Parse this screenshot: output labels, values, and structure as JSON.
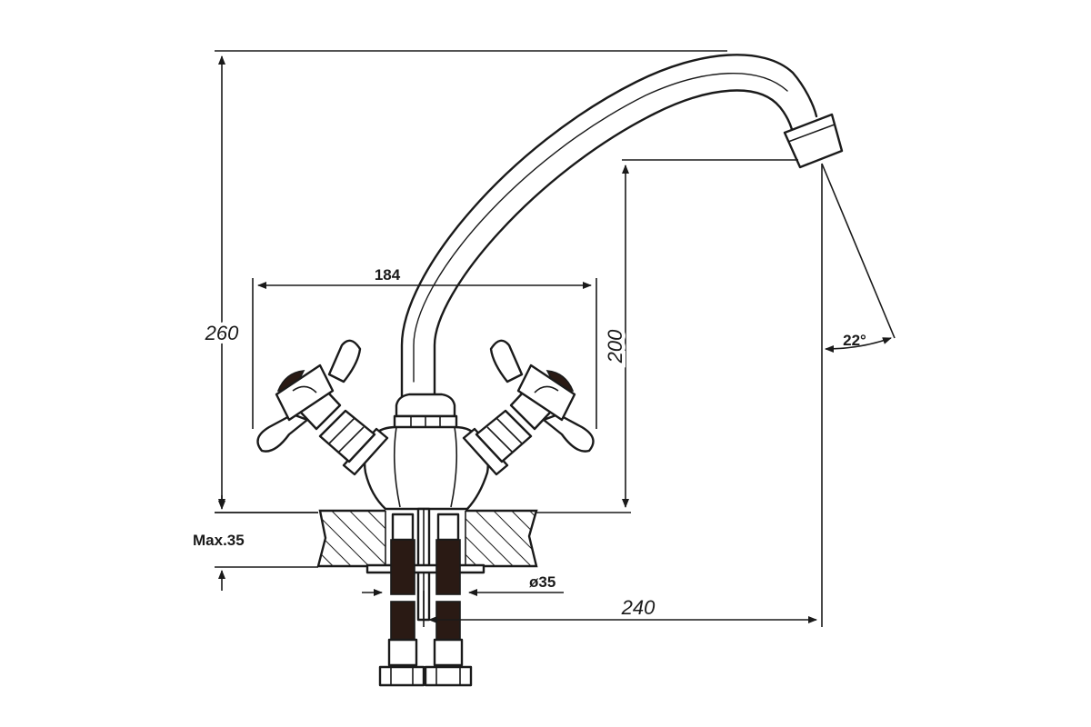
{
  "dimensions": {
    "total_height": "260",
    "spout_height": "200",
    "handle_span": "184",
    "spout_reach": "240",
    "swivel_angle": "22°",
    "max_counter_thickness": "Max.35",
    "mounting_hole": "ø35"
  }
}
